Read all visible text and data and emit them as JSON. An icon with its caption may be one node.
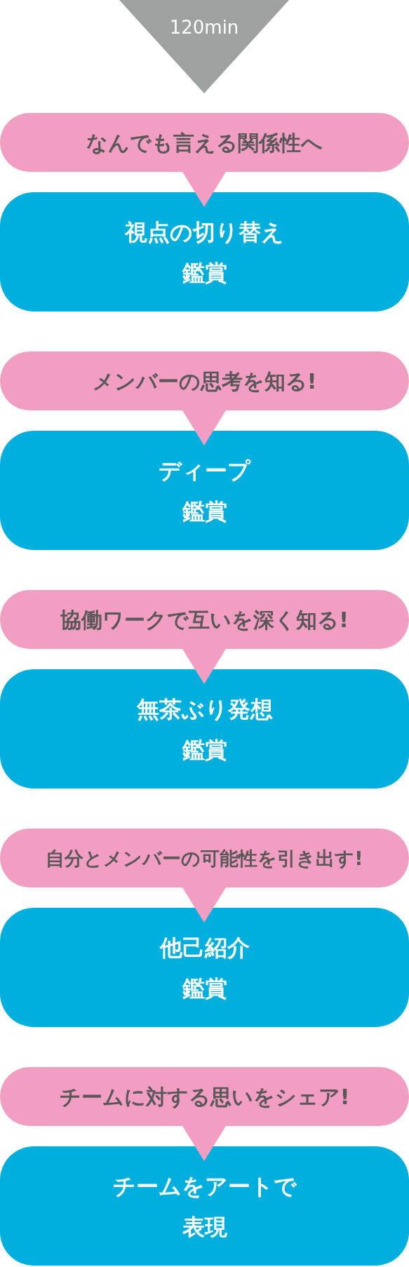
{
  "diagram": {
    "nodes": [
      {
        "text": [
          "120min"
        ]
      },
      {
        "text": [
          "なんでも言える関係性へ"
        ]
      },
      {
        "text": [
          "視点の切り替え",
          "鑑賞"
        ]
      },
      {
        "text": [
          "メンバーの思考を知る!"
        ]
      },
      {
        "text": [
          "ディープ",
          "鑑賞"
        ]
      },
      {
        "text": [
          "協働ワークで互いを深く知る!"
        ]
      },
      {
        "text": [
          "無茶ぶり発想",
          "鑑賞"
        ]
      },
      {
        "text": [
          "自分とメンバーの可能性を引き出す!"
        ]
      },
      {
        "text": [
          "他己紹介",
          "鑑賞"
        ]
      },
      {
        "text": [
          "チームに対する思いをシェア!"
        ]
      },
      {
        "text": [
          "チームをアートで",
          "表現"
        ]
      }
    ]
  }
}
